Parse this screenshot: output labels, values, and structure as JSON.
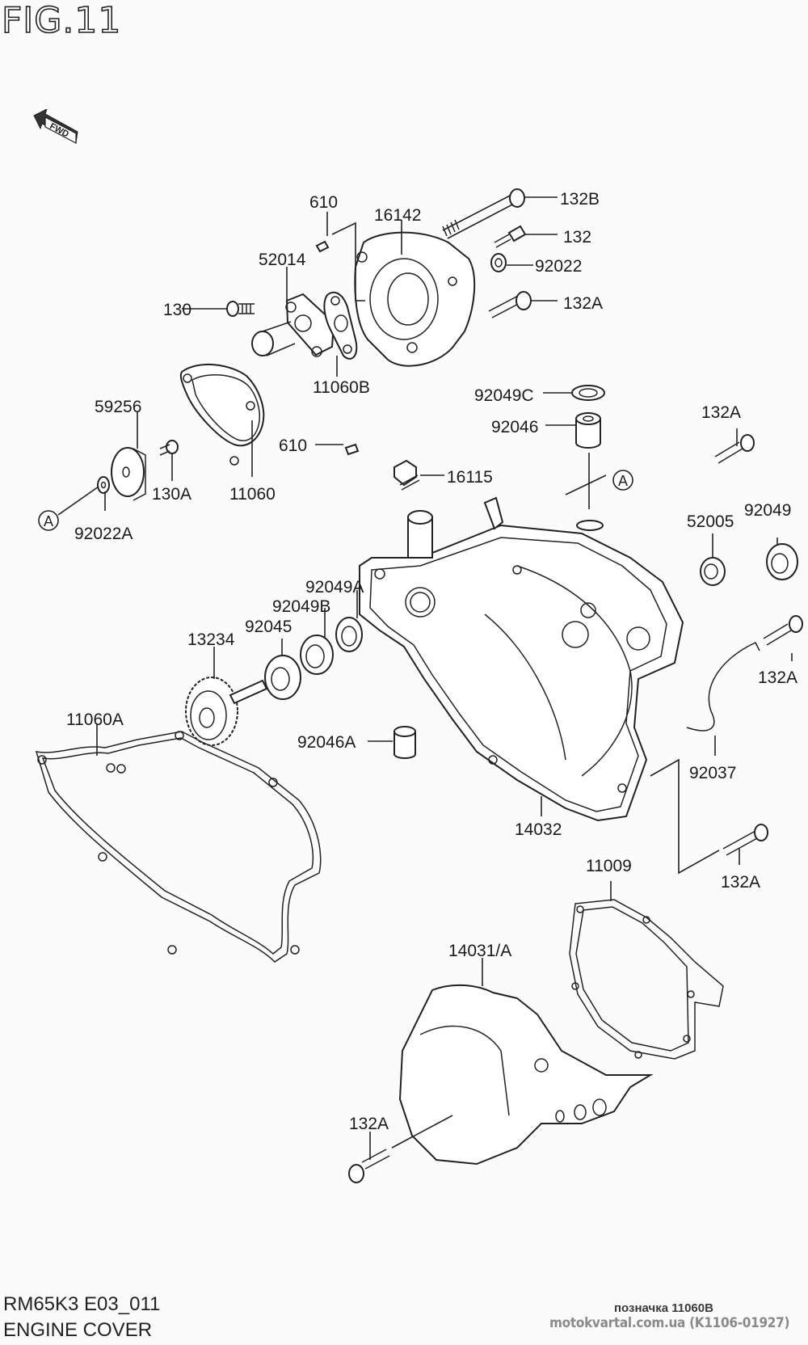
{
  "figure": {
    "title": "FIG.11",
    "direction_badge": "FWD",
    "model_code": "RM65K3 E03_011",
    "section_name": "ENGINE COVER"
  },
  "watermark": {
    "mark_label": "позначка 11060B",
    "site_ref": "motokvartal.com.ua (K1106-01927)"
  },
  "reference_markers": [
    "A",
    "A"
  ],
  "parts": [
    {
      "id": "p-132B",
      "label": "132B"
    },
    {
      "id": "p-610-top",
      "label": "610"
    },
    {
      "id": "p-16142",
      "label": "16142"
    },
    {
      "id": "p-132",
      "label": "132"
    },
    {
      "id": "p-52014",
      "label": "52014"
    },
    {
      "id": "p-92022",
      "label": "92022"
    },
    {
      "id": "p-130",
      "label": "130"
    },
    {
      "id": "p-132A-1",
      "label": "132A"
    },
    {
      "id": "p-11060B",
      "label": "11060B"
    },
    {
      "id": "p-92049C",
      "label": "92049C"
    },
    {
      "id": "p-59256",
      "label": "59256"
    },
    {
      "id": "p-92046",
      "label": "92046"
    },
    {
      "id": "p-132A-2",
      "label": "132A"
    },
    {
      "id": "p-610-bot",
      "label": "610"
    },
    {
      "id": "p-130A",
      "label": "130A"
    },
    {
      "id": "p-11060",
      "label": "11060"
    },
    {
      "id": "p-16115",
      "label": "16115"
    },
    {
      "id": "p-92022A",
      "label": "92022A"
    },
    {
      "id": "p-52005",
      "label": "52005"
    },
    {
      "id": "p-92049",
      "label": "92049"
    },
    {
      "id": "p-92049A",
      "label": "92049A"
    },
    {
      "id": "p-92049B",
      "label": "92049B"
    },
    {
      "id": "p-92045",
      "label": "92045"
    },
    {
      "id": "p-13234",
      "label": "13234"
    },
    {
      "id": "p-132A-3",
      "label": "132A"
    },
    {
      "id": "p-11060A",
      "label": "11060A"
    },
    {
      "id": "p-92046A",
      "label": "92046A"
    },
    {
      "id": "p-92037",
      "label": "92037"
    },
    {
      "id": "p-14032",
      "label": "14032"
    },
    {
      "id": "p-132A-4",
      "label": "132A"
    },
    {
      "id": "p-11009",
      "label": "11009"
    },
    {
      "id": "p-14031A",
      "label": "14031/A"
    },
    {
      "id": "p-132A-5",
      "label": "132A"
    }
  ]
}
